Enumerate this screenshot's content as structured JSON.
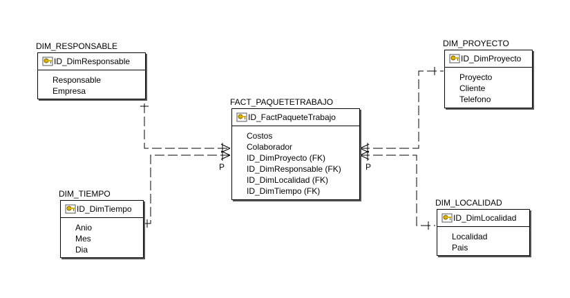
{
  "entities": {
    "responsable": {
      "title": "DIM_RESPONSABLE",
      "pk": "ID_DimResponsable",
      "attributes": [
        "Responsable",
        "Empresa"
      ]
    },
    "proyecto": {
      "title": "DIM_PROYECTO",
      "pk": "ID_DimProyecto",
      "attributes": [
        "Proyecto",
        "Cliente",
        "Telefono"
      ]
    },
    "fact": {
      "title": "FACT_PAQUETETRABAJO",
      "pk": "ID_FactPaqueteTrabajo",
      "attributes": [
        "Costos",
        "Colaborador",
        "ID_DimProyecto (FK)",
        "ID_DimResponsable (FK)",
        "ID_DimLocalidad (FK)",
        "ID_DimTiempo (FK)"
      ]
    },
    "tiempo": {
      "title": "DIM_TIEMPO",
      "pk": "ID_DimTiempo",
      "attributes": [
        "Anio",
        "Mes",
        "Dia"
      ]
    },
    "localidad": {
      "title": "DIM_LOCALIDAD",
      "pk": "ID_DimLocalidad",
      "attributes": [
        "Localidad",
        "Pais"
      ]
    }
  },
  "relationship_marks": {
    "left": "P",
    "right": "P"
  },
  "icons": {
    "primary_key": "key-icon"
  },
  "colors": {
    "line": "#000000",
    "shadow": "#555555",
    "key_gold": "#d9b300"
  }
}
